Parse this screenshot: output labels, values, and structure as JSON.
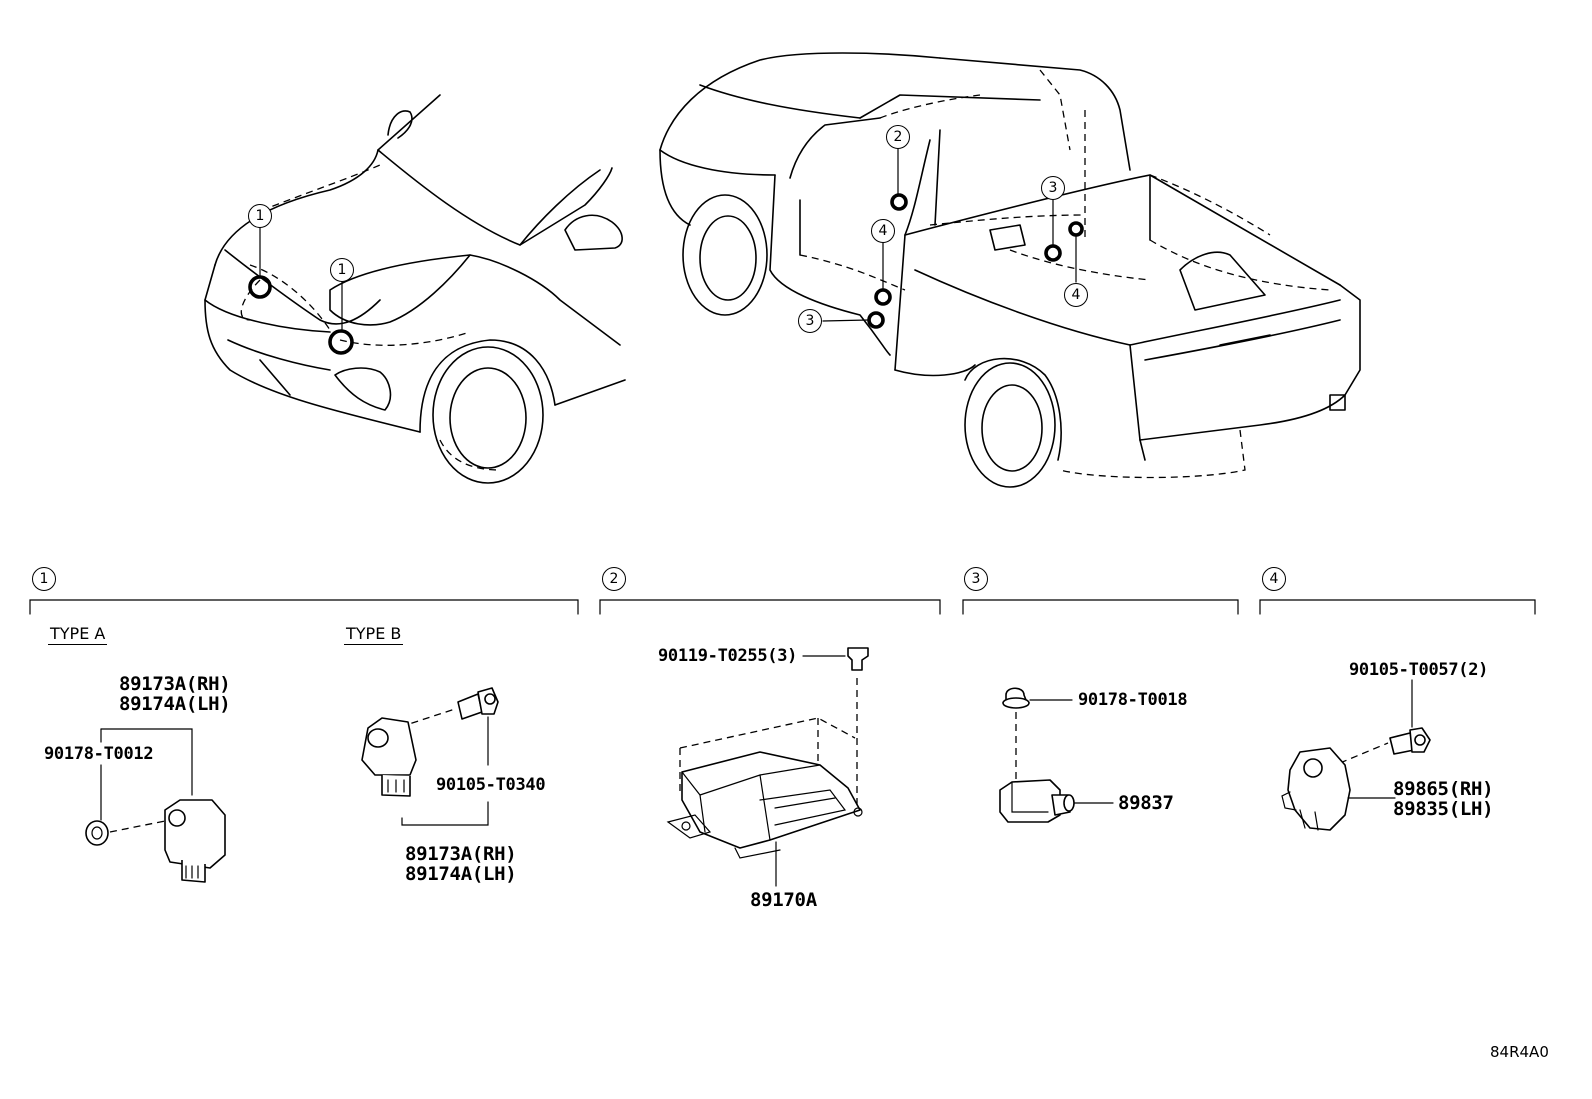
{
  "callouts": {
    "front_left": "1",
    "front_right": "1",
    "cab_2": "2",
    "cab_4_front": "4",
    "cab_3_front": "3",
    "cab_3_rear": "3",
    "cab_4_rear": "4"
  },
  "sections": [
    {
      "number": "1"
    },
    {
      "number": "2"
    },
    {
      "number": "3"
    },
    {
      "number": "4"
    }
  ],
  "section1": {
    "type_a": "TYPE A",
    "type_b": "TYPE B",
    "a_part_rh": "89173A(RH)",
    "a_part_lh": "89174A(LH)",
    "a_clip": "90178-T0012",
    "b_bolt": "90105-T0340",
    "b_part_rh": "89173A(RH)",
    "b_part_lh": "89174A(LH)"
  },
  "section2": {
    "bolt": "90119-T0255(3)",
    "module": "89170A"
  },
  "section3": {
    "clip": "90178-T0018",
    "sensor": "89837"
  },
  "section4": {
    "bolt": "90105-T0057(2)",
    "part_rh": "89865(RH)",
    "part_lh": "89835(LH)"
  },
  "diagram_code": "84R4A0"
}
